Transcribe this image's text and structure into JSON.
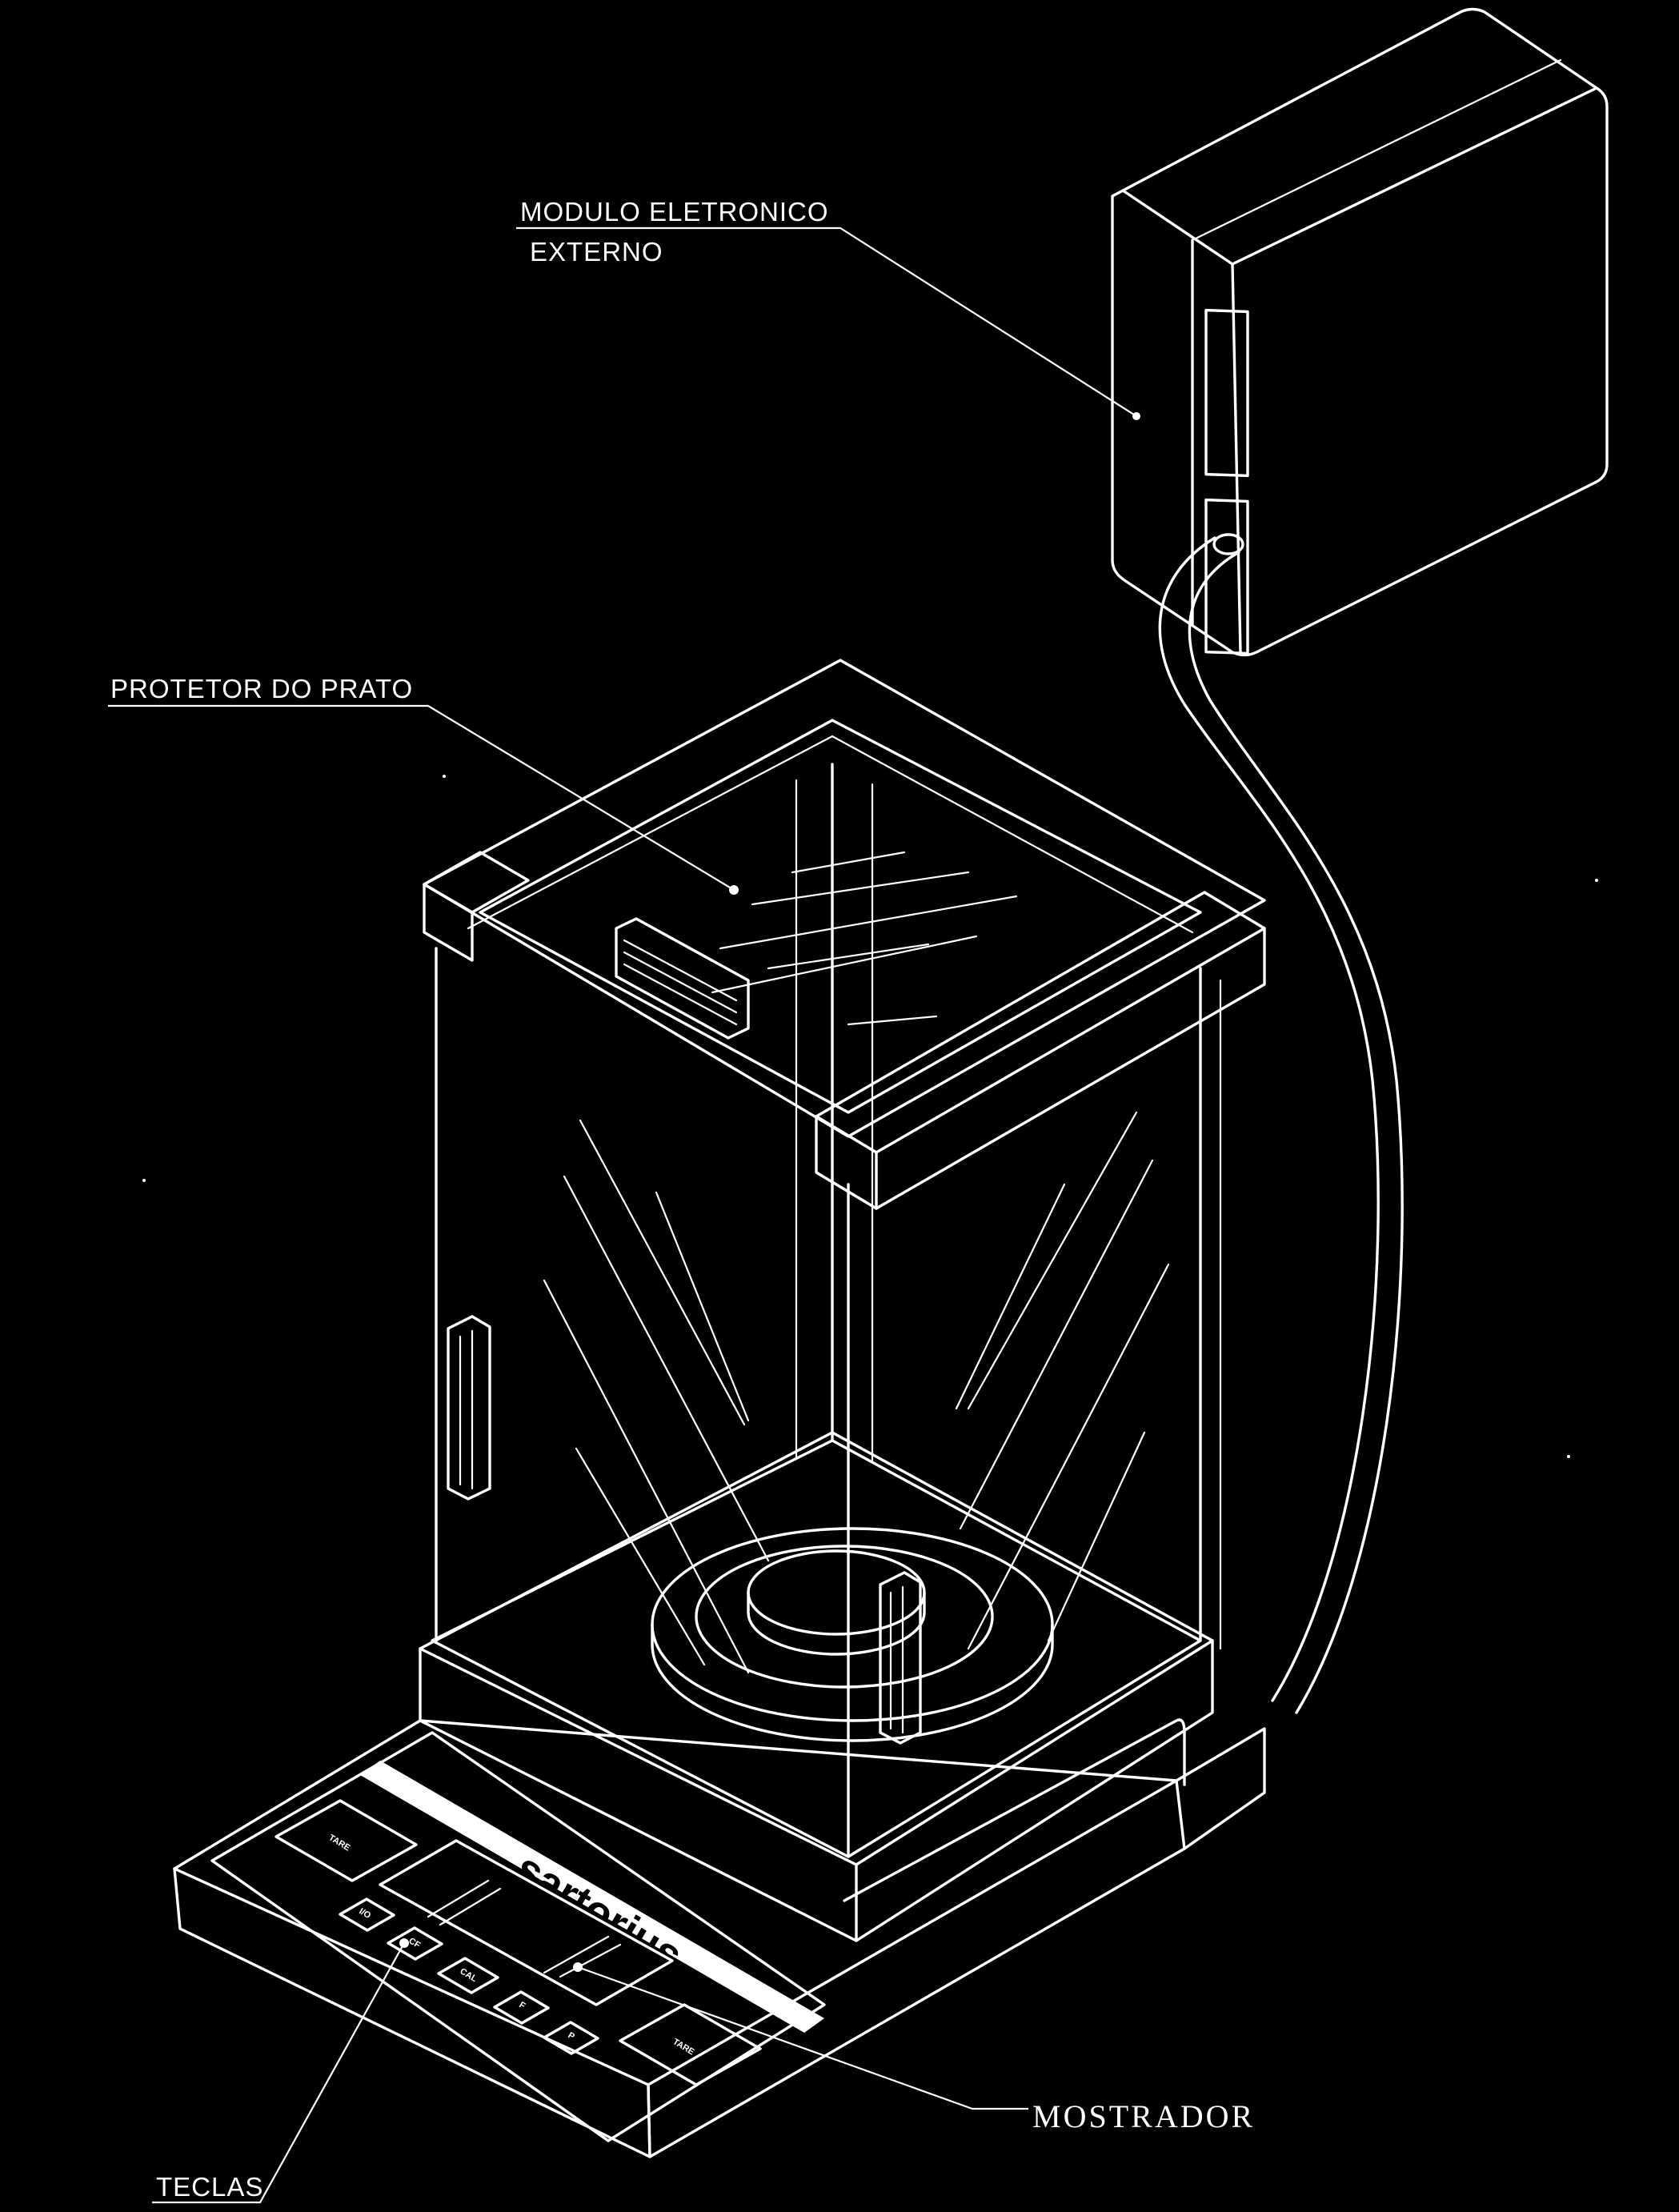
{
  "labels": {
    "module": "MODULO ELETRONICO",
    "module_line2": "EXTERNO",
    "protector": "PROTETOR DO PRATO",
    "display": "MOSTRADOR",
    "keys": "TECLAS"
  },
  "brand": "sartorius",
  "keypad": {
    "tare_left": "TARE",
    "tare_right": "TARE",
    "k1": "I/O",
    "k2": "CF",
    "k3": "CAL",
    "k4": "F",
    "k5": "P"
  },
  "colors": {
    "background": "#000000",
    "ink": "#ffffff"
  }
}
